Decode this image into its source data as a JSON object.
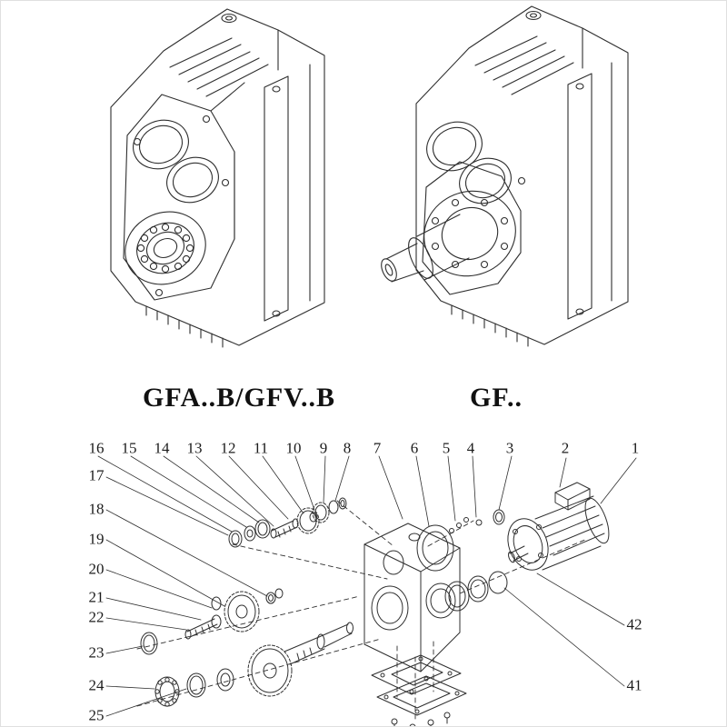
{
  "page": {
    "background": "#ffffff",
    "line_color": "#2f2f2f"
  },
  "captions": {
    "left": "GFA..B/GFV..B",
    "right": "GF.."
  },
  "part_labels": {
    "top_row": [
      "16",
      "15",
      "14",
      "13",
      "12",
      "11",
      "10",
      "9",
      "8",
      "7",
      "6",
      "5",
      "4",
      "3",
      "2",
      "1"
    ],
    "left_column": [
      "17",
      "18",
      "19",
      "20",
      "21",
      "22",
      "23",
      "24",
      "25"
    ],
    "right_side": [
      "42",
      "41"
    ]
  }
}
